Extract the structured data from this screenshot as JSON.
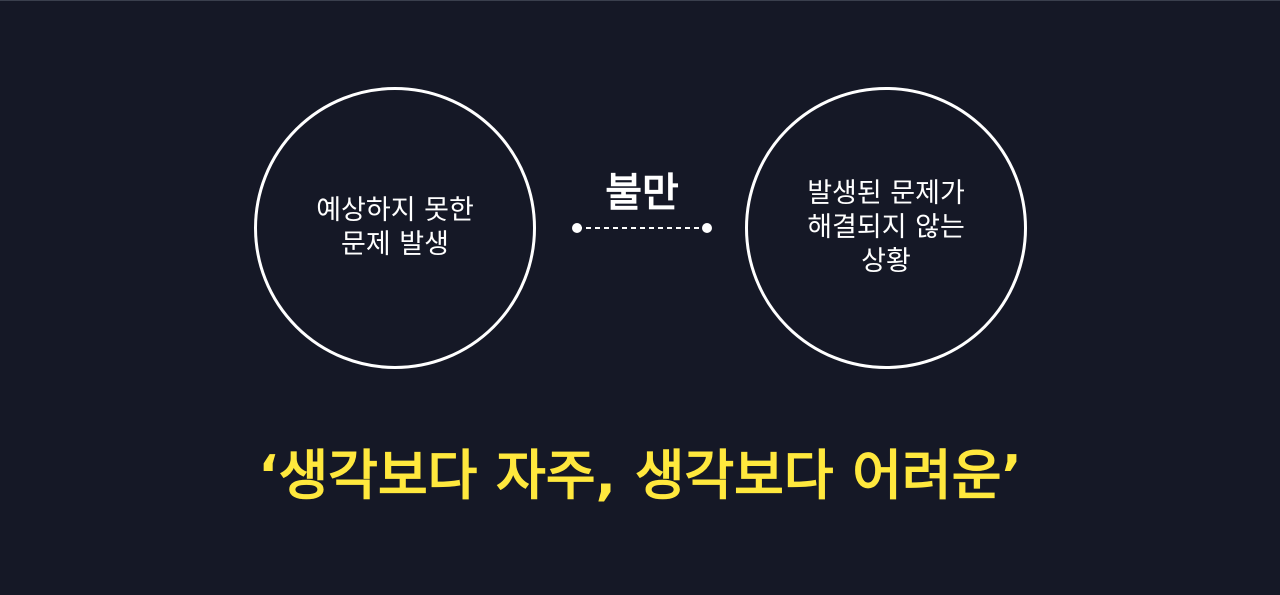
{
  "colors": {
    "background": "#151826",
    "circle_stroke": "#ffffff",
    "text": "#ffffff",
    "headline": "#ffe83d"
  },
  "left_circle": {
    "lines": [
      "예상하지 못한",
      "문제 발생"
    ]
  },
  "relation": {
    "label": "불만"
  },
  "right_circle": {
    "lines": [
      "발생된 문제가",
      "해결되지 않는",
      "상황"
    ]
  },
  "headline": "‘생각보다 자주, 생각보다 어려운’"
}
